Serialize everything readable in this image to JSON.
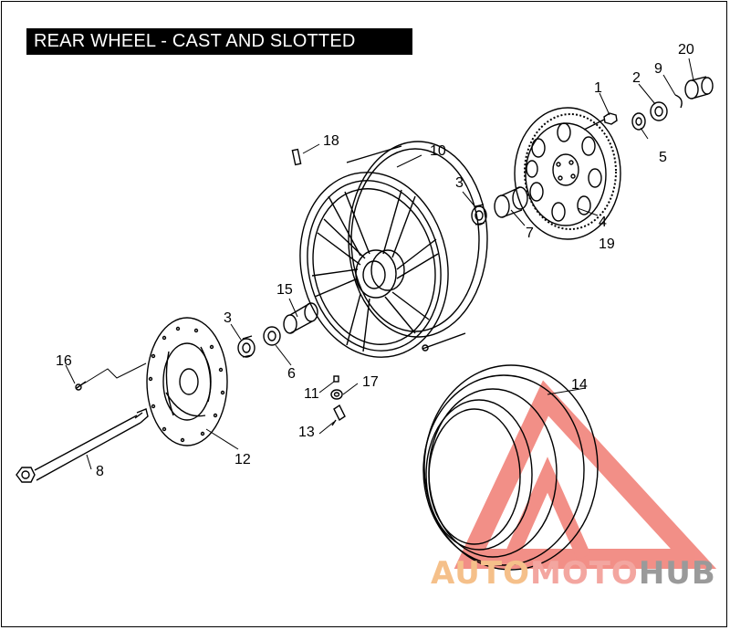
{
  "title": "REAR WHEEL - CAST AND SLOTTED",
  "callouts": [
    "1",
    "2",
    "3",
    "3",
    "4",
    "5",
    "6",
    "7",
    "8",
    "9",
    "10",
    "11",
    "12",
    "13",
    "14",
    "15",
    "16",
    "17",
    "18",
    "19",
    "20"
  ],
  "watermark": {
    "part1": "AUTO",
    "part2": "MOTO",
    "part3": "HUB"
  },
  "colors": {
    "title_bg": "#000000",
    "title_text": "#ffffff",
    "watermark_red": "#ee6a60",
    "watermark_orange": "#f5c08a",
    "watermark_gray": "#9a9a9a"
  }
}
